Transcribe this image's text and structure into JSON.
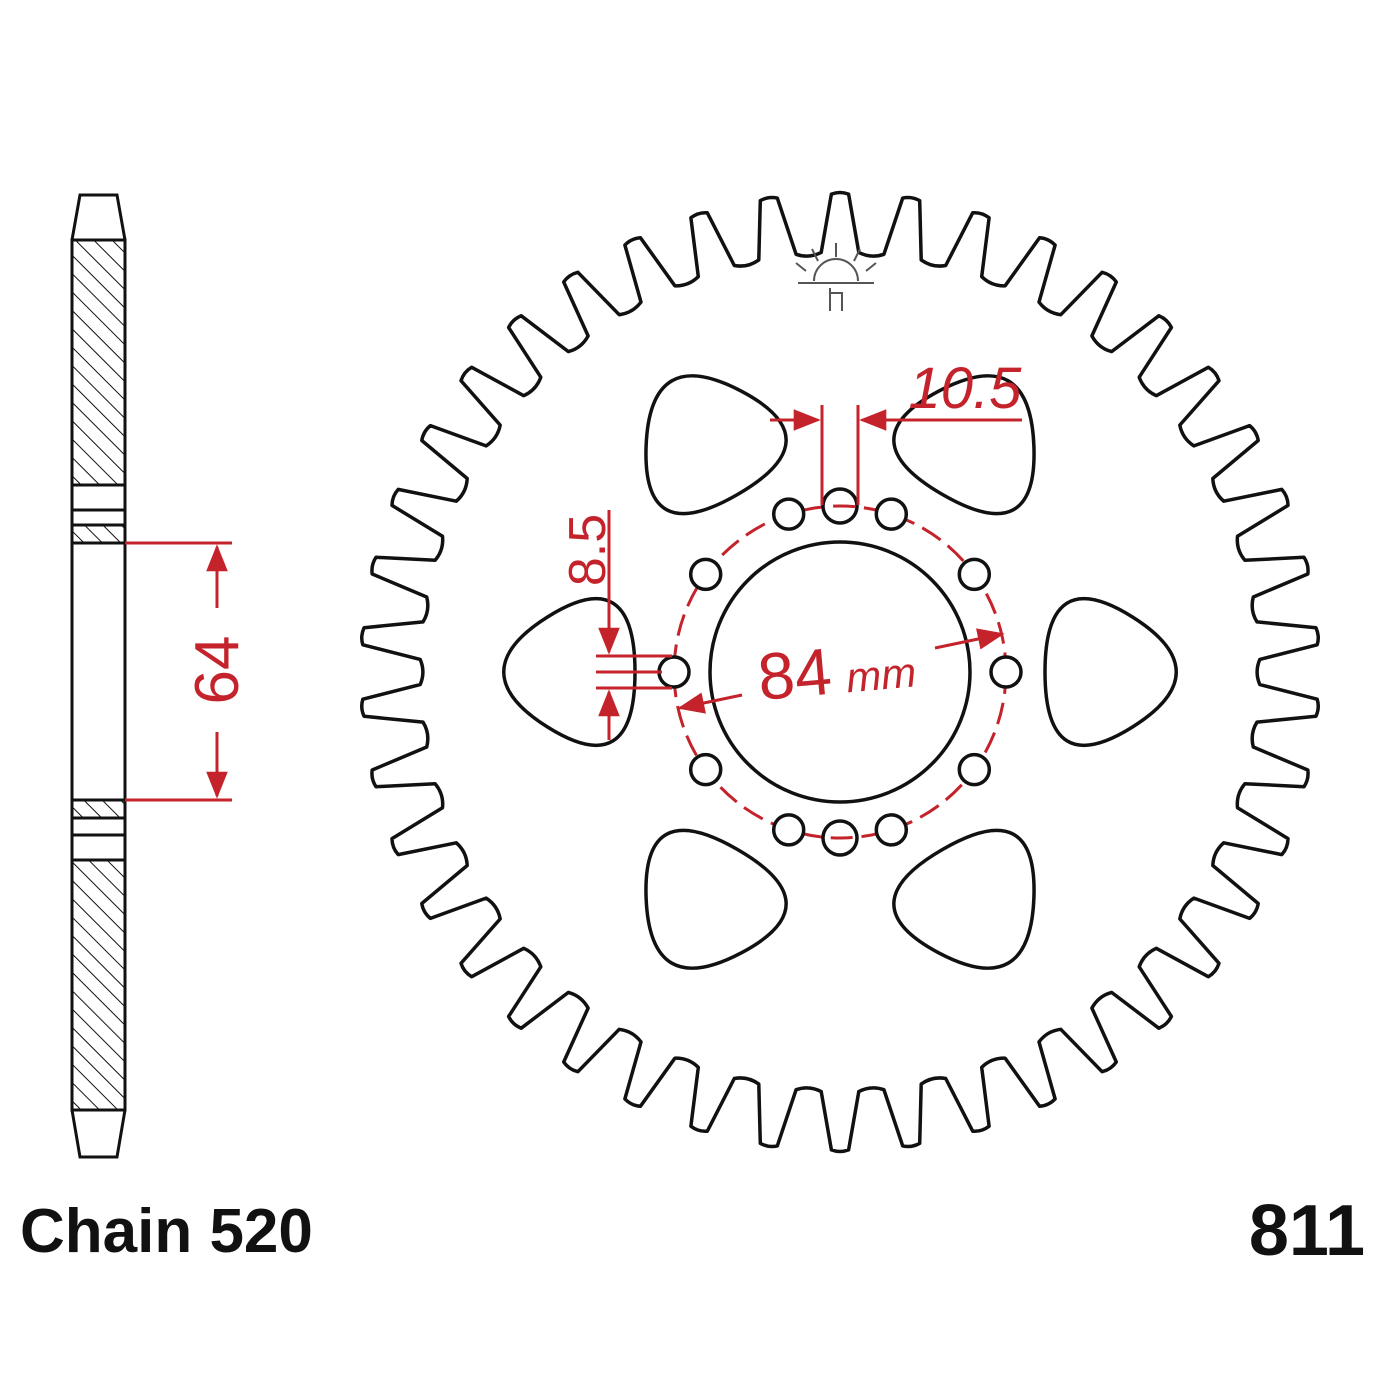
{
  "colors": {
    "outline": "#111111",
    "dimension": "#c4232b",
    "background": "#ffffff"
  },
  "sprocket": {
    "part_number": "811",
    "tooth_count": 42,
    "window_count": 6,
    "bolt_hole_count": 10,
    "center_hole_count": 2
  },
  "side_view": {
    "chain_label": "Chain 520"
  },
  "dimensions": {
    "hub_height": "64",
    "bolt_circle": "84",
    "bolt_circle_unit": "mm",
    "bolt_hole_diameter": "8.5",
    "center_hole_diameter": "10.5"
  },
  "logo": {
    "name": "sun-logo-icon"
  }
}
